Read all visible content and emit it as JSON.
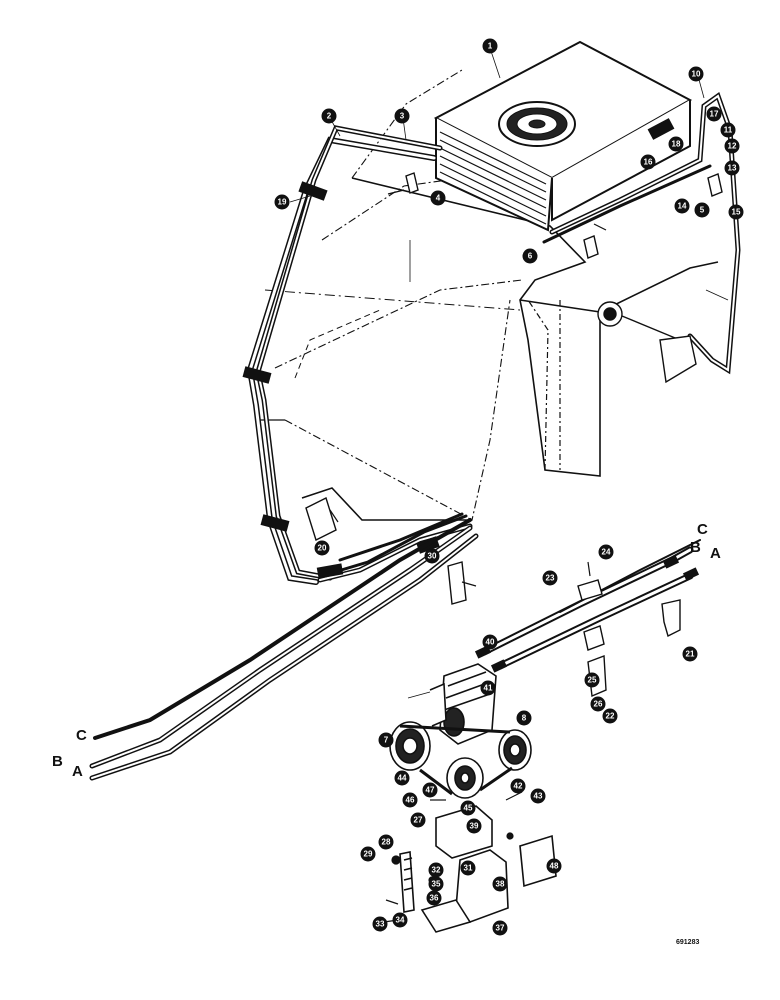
{
  "callouts": [
    "1",
    "2",
    "3",
    "4",
    "5",
    "6",
    "7",
    "8",
    "10",
    "11",
    "12",
    "13",
    "14",
    "15",
    "16",
    "17",
    "18",
    "19",
    "20",
    "21",
    "22",
    "23",
    "24",
    "25",
    "26",
    "27",
    "28",
    "29",
    "30",
    "31",
    "32",
    "33",
    "34",
    "35",
    "36",
    "37",
    "38",
    "39",
    "40",
    "41",
    "42",
    "43",
    "44",
    "45",
    "46",
    "47",
    "48"
  ],
  "line_letters": {
    "c": "C",
    "b": "B",
    "a": "A"
  },
  "figure_number": "691283"
}
